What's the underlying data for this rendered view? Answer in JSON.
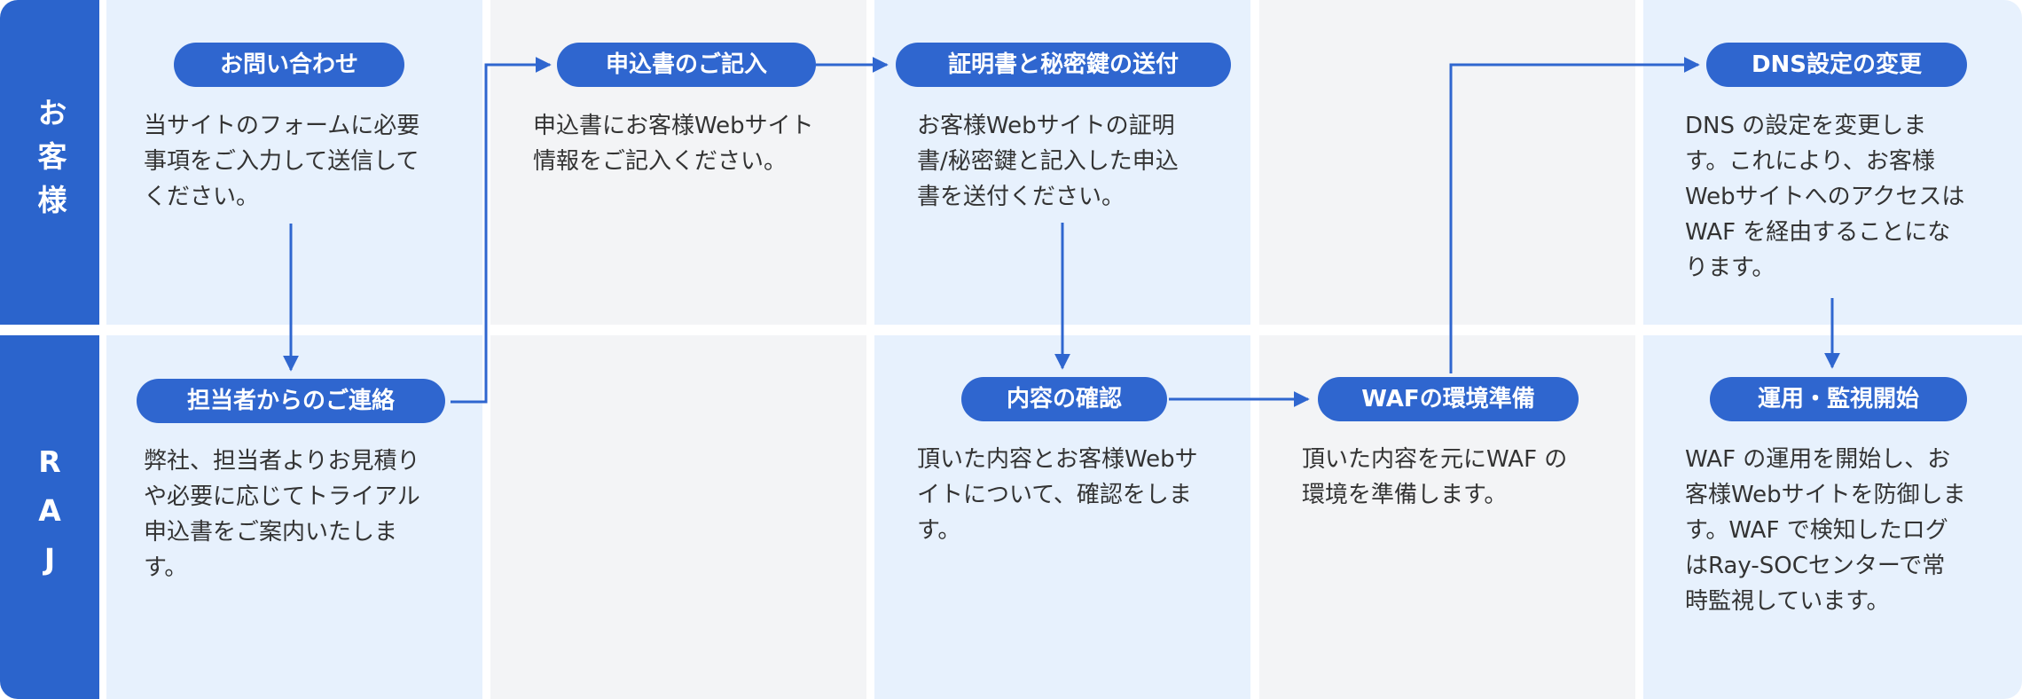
{
  "lanes": {
    "customer": "お客様",
    "raj": "RAJ"
  },
  "colors": {
    "accent": "#2f66cf",
    "lane_band": "#2b64cc",
    "cell_blue": "#e7f1fd",
    "cell_gray": "#f3f4f6",
    "text": "#333333"
  },
  "steps": {
    "inquiry": {
      "title": "お問い合わせ",
      "text": "当サイトのフォームに必要\n事項をご入力して送信して\nください。"
    },
    "application": {
      "title": "申込書のご記入",
      "text": "申込書にお客様Webサイト\n情報をご記入ください。"
    },
    "send_cert": {
      "title": "証明書と秘密鍵の送付",
      "text": "お客様Webサイトの証明\n書/秘密鍵と記入した申込\n書を送付ください。"
    },
    "dns_change": {
      "title": "DNS設定の変更",
      "text": "DNS の設定を変更しま\nす。これにより、お客様\nWebサイトへのアクセスは\nWAF を経由することにな\nります。"
    },
    "contact": {
      "title": "担当者からのご連絡",
      "text": "弊社、担当者よりお見積り\nや必要に応じてトライアル\n申込書をご案内いたしま\nす。"
    },
    "confirm": {
      "title": "内容の確認",
      "text": "頂いた内容とお客様Webサ\nイトについて、確認をしま\nす。"
    },
    "waf_prep": {
      "title": "WAFの環境準備",
      "text": "頂いた内容を元にWAF の\n環境を準備します。"
    },
    "operation": {
      "title": "運用・監視開始",
      "text": "WAF の運用を開始し、お\n客様Webサイトを防御しま\nす。WAF で検知したログ\nはRay-SOCセンターで常\n時監視しています。"
    }
  }
}
